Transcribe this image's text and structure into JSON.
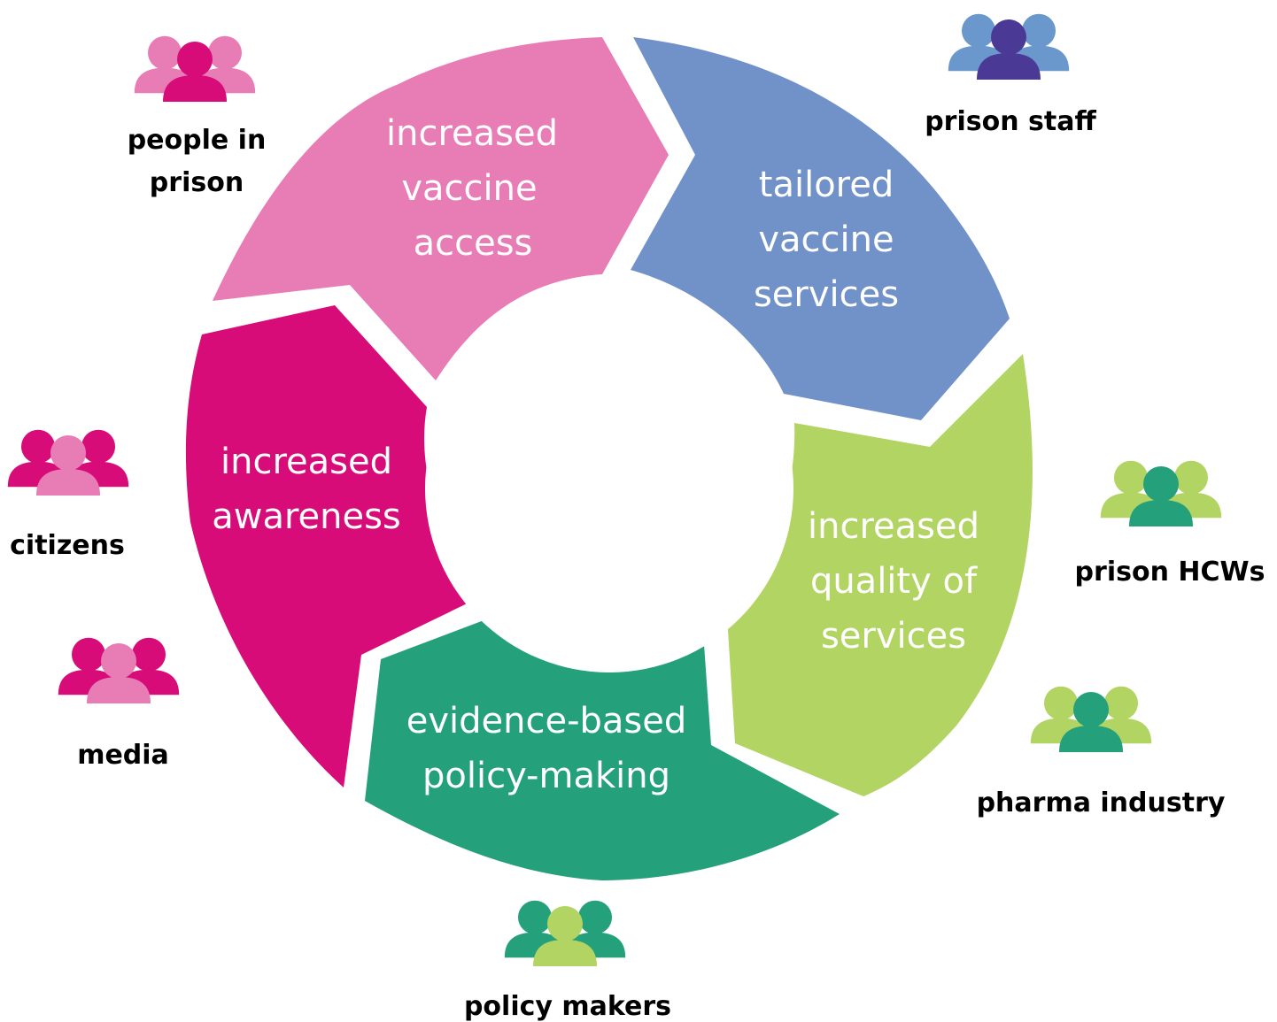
{
  "segments": [
    {
      "id": "access",
      "lines": [
        "increased",
        "vaccine",
        "access"
      ],
      "color": "#e87db6"
    },
    {
      "id": "tailored",
      "lines": [
        "tailored",
        "vaccine",
        "services"
      ],
      "color": "#7191c9"
    },
    {
      "id": "quality",
      "lines": [
        "increased",
        "quality of",
        "services"
      ],
      "color": "#b2d462"
    },
    {
      "id": "policy",
      "lines": [
        "evidence-based",
        "policy-making"
      ],
      "color": "#24a07b"
    },
    {
      "id": "awareness",
      "lines": [
        "increased",
        "awareness"
      ],
      "color": "#d70c78"
    }
  ],
  "stakeholders": [
    {
      "id": "people-in-prison",
      "lines": [
        "people in",
        "prison"
      ],
      "side_color": "#e87db6",
      "center_color": "#d70c78"
    },
    {
      "id": "prison-staff",
      "lines": [
        "prison staff"
      ],
      "side_color": "#6b98cc",
      "center_color": "#4a3a96"
    },
    {
      "id": "citizens",
      "lines": [
        "citizens"
      ],
      "side_color": "#d70c78",
      "center_color": "#e87db6"
    },
    {
      "id": "media",
      "lines": [
        "media"
      ],
      "side_color": "#d70c78",
      "center_color": "#e87db6"
    },
    {
      "id": "prison-hcws",
      "lines": [
        "prison HCWs"
      ],
      "side_color": "#b2d462",
      "center_color": "#24a07b"
    },
    {
      "id": "pharma-industry",
      "lines": [
        "pharma industry"
      ],
      "side_color": "#b2d462",
      "center_color": "#24a07b"
    },
    {
      "id": "policy-makers",
      "lines": [
        "policy makers"
      ],
      "side_color": "#24a07b",
      "center_color": "#b2d462"
    }
  ]
}
